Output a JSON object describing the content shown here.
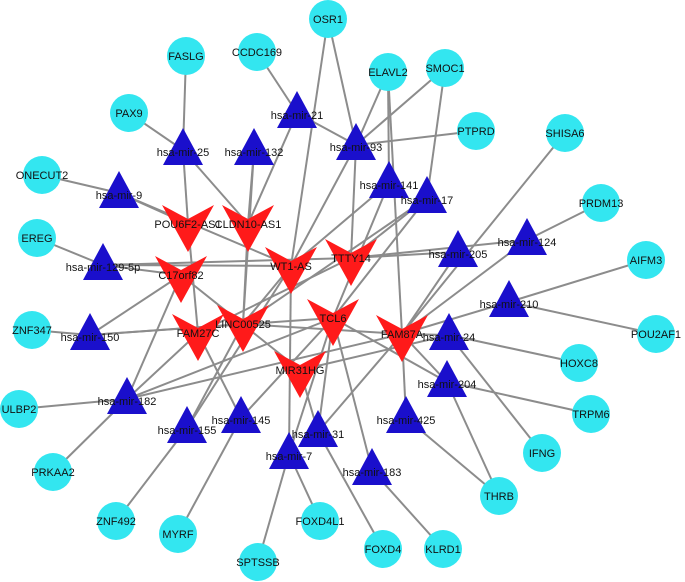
{
  "colors": {
    "gene": "#33e6f0",
    "mirna": "#1a0fcc",
    "lncrna": "#ff1a1a",
    "edge": "#8c8c8c",
    "label": "#111111"
  },
  "node_types": {
    "gene": "circle",
    "mirna": "triangle",
    "lncrna": "v-arrowhead"
  },
  "nodes": [
    {
      "id": "OSR1",
      "type": "gene"
    },
    {
      "id": "FASLG",
      "type": "gene"
    },
    {
      "id": "CCDC169",
      "type": "gene"
    },
    {
      "id": "ELAVL2",
      "type": "gene"
    },
    {
      "id": "SMOC1",
      "type": "gene"
    },
    {
      "id": "PAX9",
      "type": "gene"
    },
    {
      "id": "PTPRD",
      "type": "gene"
    },
    {
      "id": "SHISA6",
      "type": "gene"
    },
    {
      "id": "ONECUT2",
      "type": "gene"
    },
    {
      "id": "PRDM13",
      "type": "gene"
    },
    {
      "id": "EREG",
      "type": "gene"
    },
    {
      "id": "AIFM3",
      "type": "gene"
    },
    {
      "id": "ZNF347",
      "type": "gene"
    },
    {
      "id": "POU2AF1",
      "type": "gene"
    },
    {
      "id": "HOXC8",
      "type": "gene"
    },
    {
      "id": "ULBP2",
      "type": "gene"
    },
    {
      "id": "TRPM6",
      "type": "gene"
    },
    {
      "id": "PRKAA2",
      "type": "gene"
    },
    {
      "id": "IFNG",
      "type": "gene"
    },
    {
      "id": "THRB",
      "type": "gene"
    },
    {
      "id": "ZNF492",
      "type": "gene"
    },
    {
      "id": "MYRF",
      "type": "gene"
    },
    {
      "id": "FOXD4L1",
      "type": "gene"
    },
    {
      "id": "KLRD1",
      "type": "gene"
    },
    {
      "id": "FOXD4",
      "type": "gene"
    },
    {
      "id": "SPTSSB",
      "type": "gene"
    },
    {
      "id": "hsa-mir-21",
      "type": "mirna"
    },
    {
      "id": "hsa-mir-25",
      "type": "mirna"
    },
    {
      "id": "hsa-mir-132",
      "type": "mirna"
    },
    {
      "id": "hsa-mir-93",
      "type": "mirna"
    },
    {
      "id": "hsa-mir-141",
      "type": "mirna"
    },
    {
      "id": "hsa-mir-9",
      "type": "mirna"
    },
    {
      "id": "hsa-mir-17",
      "type": "mirna"
    },
    {
      "id": "hsa-mir-124",
      "type": "mirna"
    },
    {
      "id": "hsa-mir-205",
      "type": "mirna"
    },
    {
      "id": "hsa-mir-129-5p",
      "type": "mirna"
    },
    {
      "id": "hsa-mir-210",
      "type": "mirna"
    },
    {
      "id": "hsa-mir-150",
      "type": "mirna"
    },
    {
      "id": "hsa-mir-24",
      "type": "mirna"
    },
    {
      "id": "hsa-mir-204",
      "type": "mirna"
    },
    {
      "id": "hsa-mir-182",
      "type": "mirna"
    },
    {
      "id": "hsa-mir-155",
      "type": "mirna"
    },
    {
      "id": "hsa-mir-145",
      "type": "mirna"
    },
    {
      "id": "hsa-mir-425",
      "type": "mirna"
    },
    {
      "id": "hsa-mir-31",
      "type": "mirna"
    },
    {
      "id": "hsa-mir-7",
      "type": "mirna"
    },
    {
      "id": "hsa-mir-183",
      "type": "mirna"
    },
    {
      "id": "POU6F2-AS1",
      "type": "lncrna"
    },
    {
      "id": "CLDN10-AS1",
      "type": "lncrna"
    },
    {
      "id": "WT1-AS",
      "type": "lncrna"
    },
    {
      "id": "TTTY14",
      "type": "lncrna"
    },
    {
      "id": "C17orf82",
      "type": "lncrna"
    },
    {
      "id": "LINC00525",
      "type": "lncrna"
    },
    {
      "id": "TCL6",
      "type": "lncrna"
    },
    {
      "id": "FAM27C",
      "type": "lncrna"
    },
    {
      "id": "FAM87A",
      "type": "lncrna"
    },
    {
      "id": "MIR31HG",
      "type": "lncrna"
    }
  ],
  "edges": [
    [
      "OSR1",
      "hsa-mir-93"
    ],
    [
      "OSR1",
      "WT1-AS"
    ],
    [
      "FASLG",
      "hsa-mir-25"
    ],
    [
      "CCDC169",
      "hsa-mir-21"
    ],
    [
      "ELAVL2",
      "hsa-mir-93"
    ],
    [
      "ELAVL2",
      "hsa-mir-141"
    ],
    [
      "ELAVL2",
      "FAM87A"
    ],
    [
      "SMOC1",
      "hsa-mir-17"
    ],
    [
      "SMOC1",
      "hsa-mir-93"
    ],
    [
      "PAX9",
      "hsa-mir-25"
    ],
    [
      "PTPRD",
      "hsa-mir-93"
    ],
    [
      "SHISA6",
      "FAM87A"
    ],
    [
      "ONECUT2",
      "hsa-mir-9"
    ],
    [
      "PRDM13",
      "hsa-mir-124"
    ],
    [
      "EREG",
      "hsa-mir-129-5p"
    ],
    [
      "AIFM3",
      "hsa-mir-210"
    ],
    [
      "ZNF347",
      "hsa-mir-150"
    ],
    [
      "POU2AF1",
      "hsa-mir-210"
    ],
    [
      "HOXC8",
      "hsa-mir-24"
    ],
    [
      "ULBP2",
      "hsa-mir-182"
    ],
    [
      "TRPM6",
      "hsa-mir-204"
    ],
    [
      "PRKAA2",
      "hsa-mir-182"
    ],
    [
      "IFNG",
      "hsa-mir-24"
    ],
    [
      "THRB",
      "hsa-mir-425"
    ],
    [
      "THRB",
      "hsa-mir-204"
    ],
    [
      "ZNF492",
      "hsa-mir-155"
    ],
    [
      "MYRF",
      "hsa-mir-145"
    ],
    [
      "FOXD4L1",
      "hsa-mir-7"
    ],
    [
      "KLRD1",
      "hsa-mir-183"
    ],
    [
      "FOXD4",
      "hsa-mir-31"
    ],
    [
      "SPTSSB",
      "hsa-mir-7"
    ],
    [
      "hsa-mir-21",
      "CLDN10-AS1"
    ],
    [
      "hsa-mir-21",
      "hsa-mir-93"
    ],
    [
      "hsa-mir-25",
      "POU6F2-AS1"
    ],
    [
      "hsa-mir-25",
      "CLDN10-AS1"
    ],
    [
      "hsa-mir-132",
      "CLDN10-AS1"
    ],
    [
      "hsa-mir-132",
      "LINC00525"
    ],
    [
      "hsa-mir-93",
      "WT1-AS"
    ],
    [
      "hsa-mir-93",
      "TTTY14"
    ],
    [
      "hsa-mir-141",
      "TCL6"
    ],
    [
      "hsa-mir-141",
      "WT1-AS"
    ],
    [
      "hsa-mir-9",
      "POU6F2-AS1"
    ],
    [
      "hsa-mir-9",
      "WT1-AS"
    ],
    [
      "hsa-mir-17",
      "LINC00525"
    ],
    [
      "hsa-mir-17",
      "TCL6"
    ],
    [
      "hsa-mir-17",
      "TTTY14"
    ],
    [
      "hsa-mir-124",
      "TTTY14"
    ],
    [
      "hsa-mir-124",
      "FAM87A"
    ],
    [
      "hsa-mir-205",
      "TTTY14"
    ],
    [
      "hsa-mir-205",
      "FAM87A"
    ],
    [
      "hsa-mir-129-5p",
      "WT1-AS"
    ],
    [
      "hsa-mir-129-5p",
      "TTTY14"
    ],
    [
      "hsa-mir-129-5p",
      "C17orf82"
    ],
    [
      "hsa-mir-210",
      "FAM87A"
    ],
    [
      "hsa-mir-150",
      "LINC00525"
    ],
    [
      "hsa-mir-150",
      "TCL6"
    ],
    [
      "hsa-mir-150",
      "C17orf82"
    ],
    [
      "hsa-mir-24",
      "FAM87A"
    ],
    [
      "hsa-mir-24",
      "MIR31HG"
    ],
    [
      "hsa-mir-204",
      "FAM87A"
    ],
    [
      "hsa-mir-204",
      "TCL6"
    ],
    [
      "hsa-mir-182",
      "FAM27C"
    ],
    [
      "hsa-mir-182",
      "TCL6"
    ],
    [
      "hsa-mir-182",
      "C17orf82"
    ],
    [
      "hsa-mir-182",
      "FAM87A"
    ],
    [
      "hsa-mir-155",
      "LINC00525"
    ],
    [
      "hsa-mir-155",
      "WT1-AS"
    ],
    [
      "hsa-mir-145",
      "FAM27C"
    ],
    [
      "hsa-mir-145",
      "TCL6"
    ],
    [
      "hsa-mir-425",
      "FAM87A"
    ],
    [
      "hsa-mir-31",
      "MIR31HG"
    ],
    [
      "hsa-mir-31",
      "TCL6"
    ],
    [
      "hsa-mir-31",
      "FAM87A"
    ],
    [
      "hsa-mir-7",
      "TCL6"
    ],
    [
      "hsa-mir-7",
      "WT1-AS"
    ],
    [
      "hsa-mir-183",
      "TCL6"
    ],
    [
      "POU6F2-AS1",
      "FAM27C"
    ],
    [
      "CLDN10-AS1",
      "LINC00525"
    ],
    [
      "WT1-AS",
      "LINC00525"
    ],
    [
      "TTTY14",
      "FAM27C"
    ],
    [
      "C17orf82",
      "MIR31HG"
    ],
    [
      "LINC00525",
      "FAM87A"
    ]
  ]
}
